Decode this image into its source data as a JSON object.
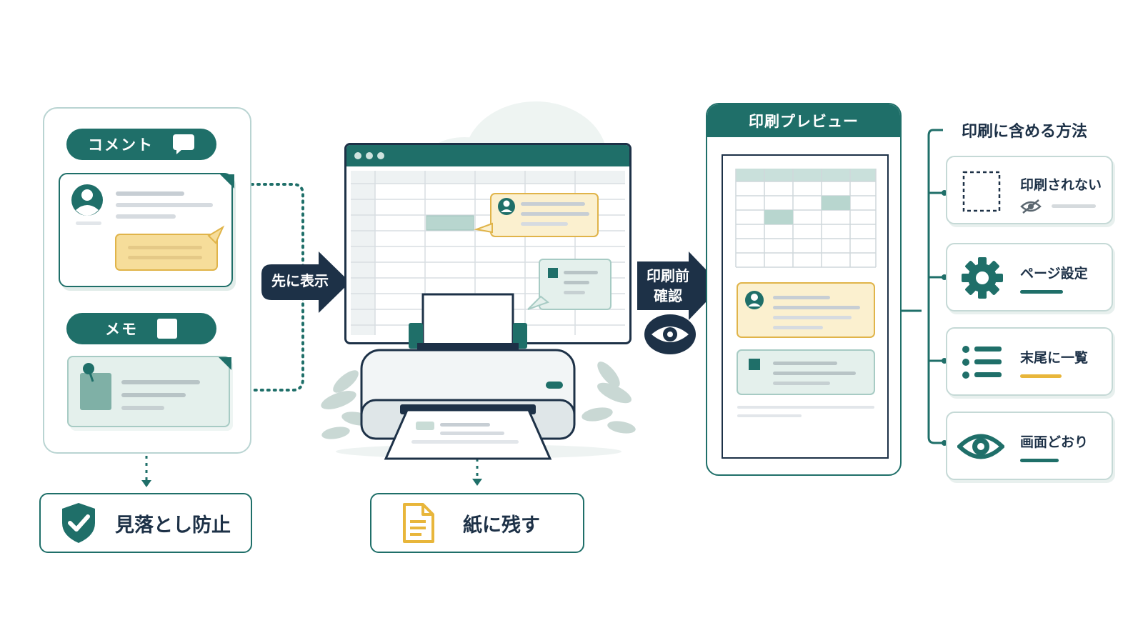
{
  "left": {
    "comment_label": "コメント",
    "memo_label": "メモ",
    "prevent_label": "見落とし防止"
  },
  "arrows": {
    "show_first": "先に表示",
    "check_line1": "印刷前",
    "check_line2": "確認"
  },
  "center": {
    "keep_on_paper": "紙に残す"
  },
  "preview": {
    "title": "印刷プレビュー"
  },
  "methods": {
    "title": "印刷に含める方法",
    "options": [
      {
        "label": "印刷されない",
        "icon": "dashed-square-icon",
        "bar_color": "#d5dadd"
      },
      {
        "label": "ページ設定",
        "icon": "gear-icon",
        "bar_color": "#1f6f69"
      },
      {
        "label": "末尾に一覧",
        "icon": "list-icon",
        "bar_color": "#e8b63b"
      },
      {
        "label": "画面どおり",
        "icon": "eye-icon",
        "bar_color": "#1f6f69"
      }
    ]
  },
  "colors": {
    "teal": "#1f6f69",
    "navy": "#1d3147",
    "yellow": "#f6dd9a",
    "mint": "#e4f0ec"
  }
}
